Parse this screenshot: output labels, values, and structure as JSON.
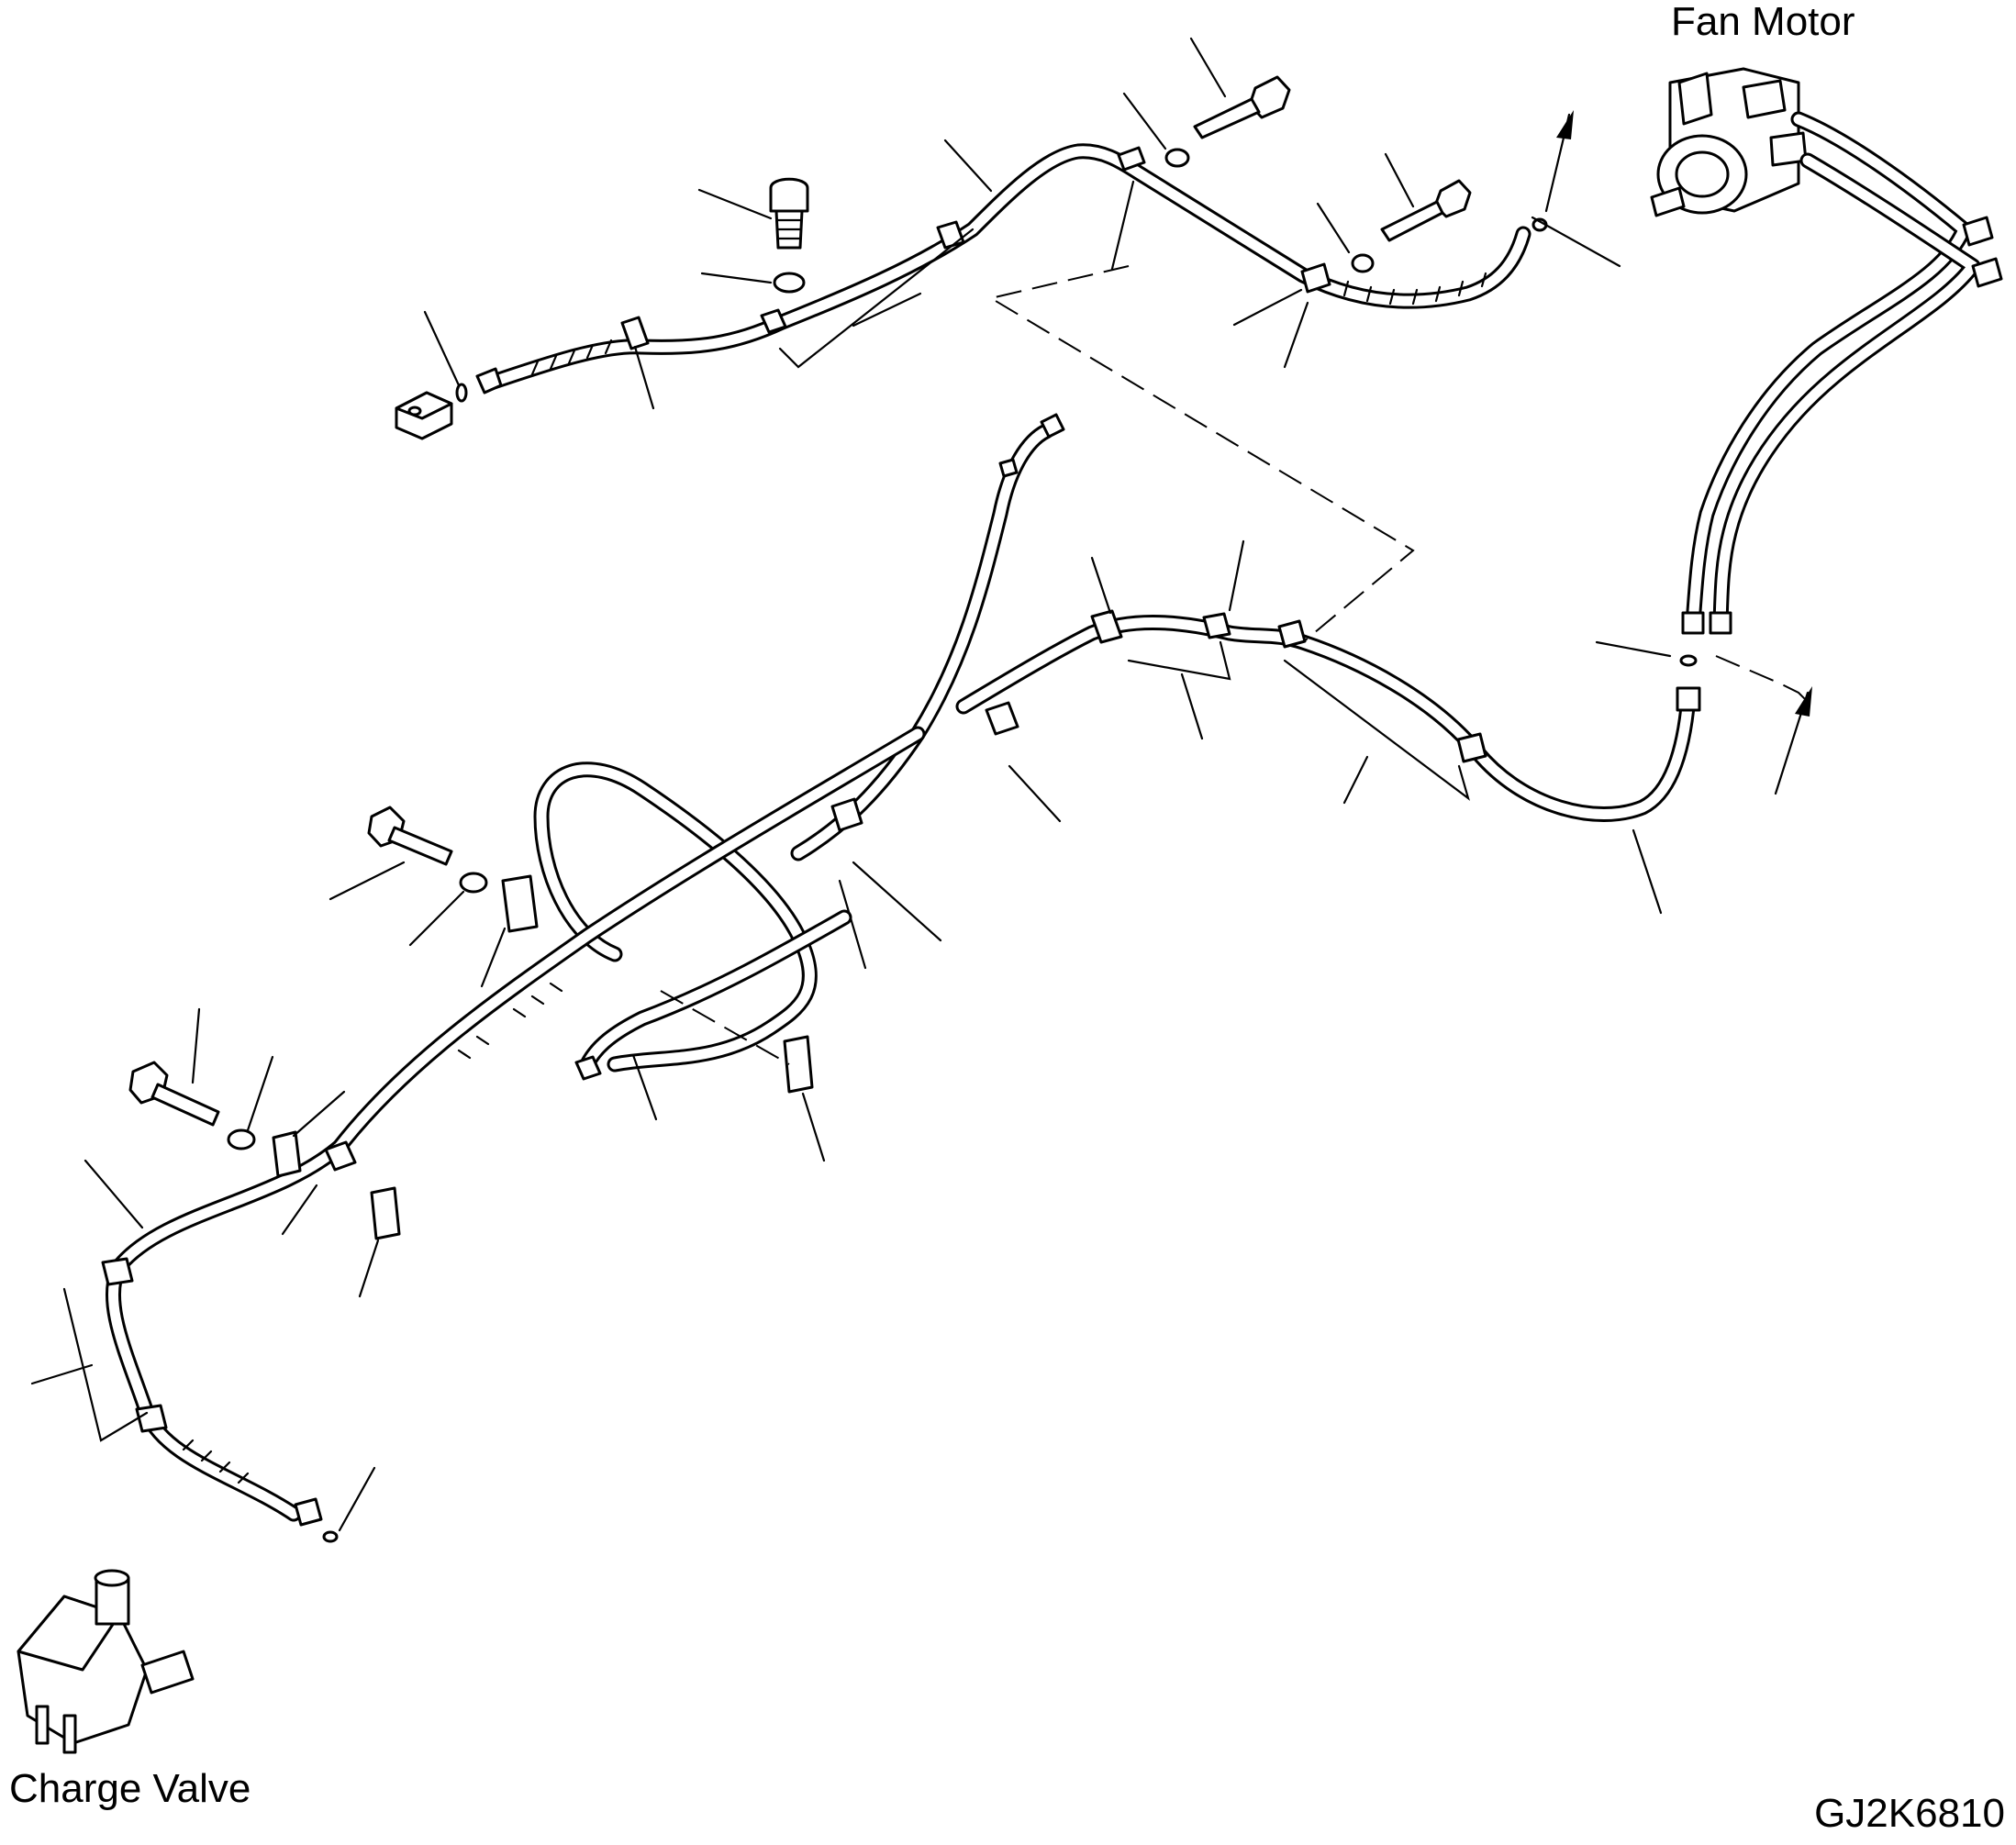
{
  "labels": {
    "fan_motor": "Fan Motor",
    "charge_valve": "Charge Valve",
    "drawing_code": "GJ2K6810"
  },
  "colors": {
    "line": "#000000",
    "background": "#ffffff"
  }
}
